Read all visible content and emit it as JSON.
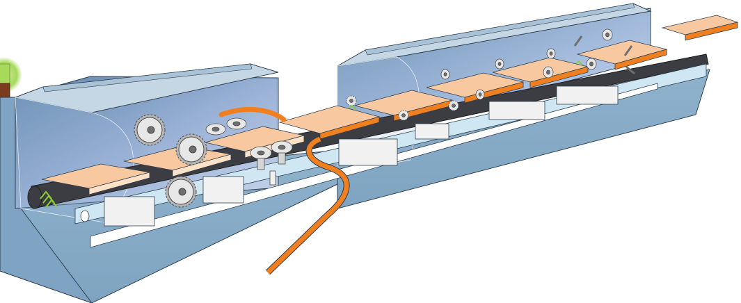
{
  "diagram": {
    "subject": "edge-banding-machine-cutaway",
    "colors": {
      "background": "#ffffff",
      "housing_dark": "#5f86ab",
      "housing_mid": "#8fb2cc",
      "housing_light": "#b8d2e3",
      "hood_top": "#c5d7e5",
      "hood_glass": "#9db4d8",
      "rail_light": "#cfe6f3",
      "panel_face": "#f8c9a0",
      "panel_light": "#fde2c8",
      "edge_band": "#f07f20",
      "belt": "#3b3d42",
      "arrow": "#8ccf34",
      "gear_light": "#e7e7e7",
      "gear_mid": "#b5b5b5",
      "gear_dark": "#6f6f6f",
      "indicator_green": "#a7d95b",
      "indicator_brown": "#7a3b1f",
      "outline": "#2f3f4f"
    },
    "parts": [
      "housing",
      "hood",
      "conveyor-belt",
      "workpiece-panel",
      "edge-band-strip",
      "pressure-roller",
      "trimming-unit",
      "scraping-unit",
      "status-light"
    ],
    "workpiece_panel_count": 8
  }
}
